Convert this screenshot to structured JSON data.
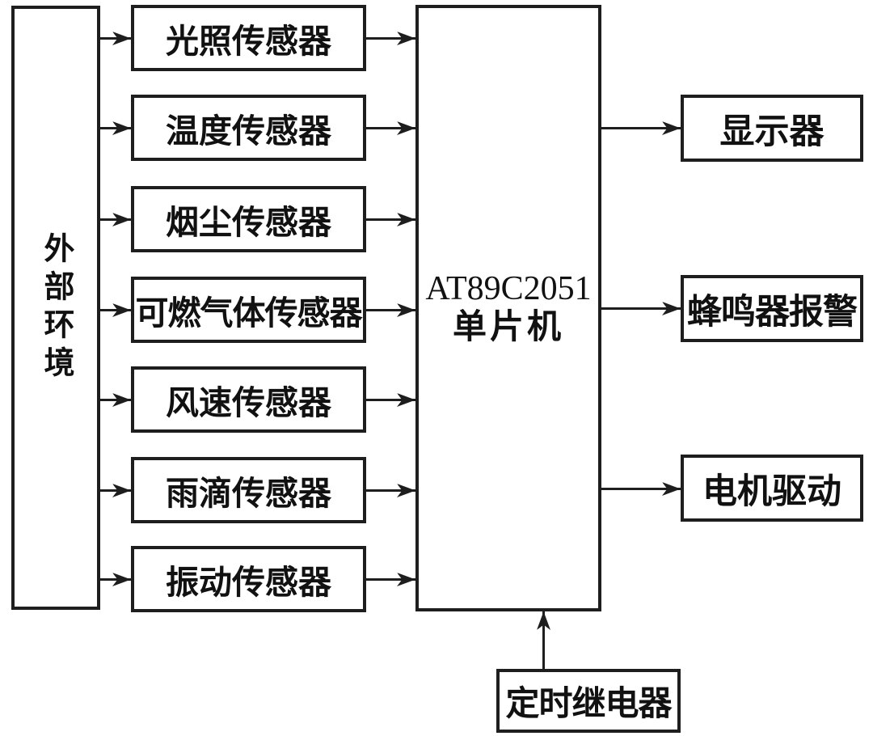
{
  "diagram": {
    "environment": {
      "label": "外部环境"
    },
    "sensors": [
      {
        "label": "光照传感器"
      },
      {
        "label": "温度传感器"
      },
      {
        "label": "烟尘传感器"
      },
      {
        "label": "可燃气体传感器"
      },
      {
        "label": "风速传感器"
      },
      {
        "label": "雨滴传感器"
      },
      {
        "label": "振动传感器"
      }
    ],
    "mcu": {
      "line1": "AT89C2051",
      "line2": "单片机"
    },
    "outputs": [
      {
        "label": "显示器"
      },
      {
        "label": "蜂鸣器报警"
      },
      {
        "label": "电机驱动"
      }
    ],
    "timer": {
      "label": "定时继电器"
    },
    "colors": {
      "line": "#1e1e1e",
      "background": "#ffffff",
      "text": "#111111"
    }
  }
}
